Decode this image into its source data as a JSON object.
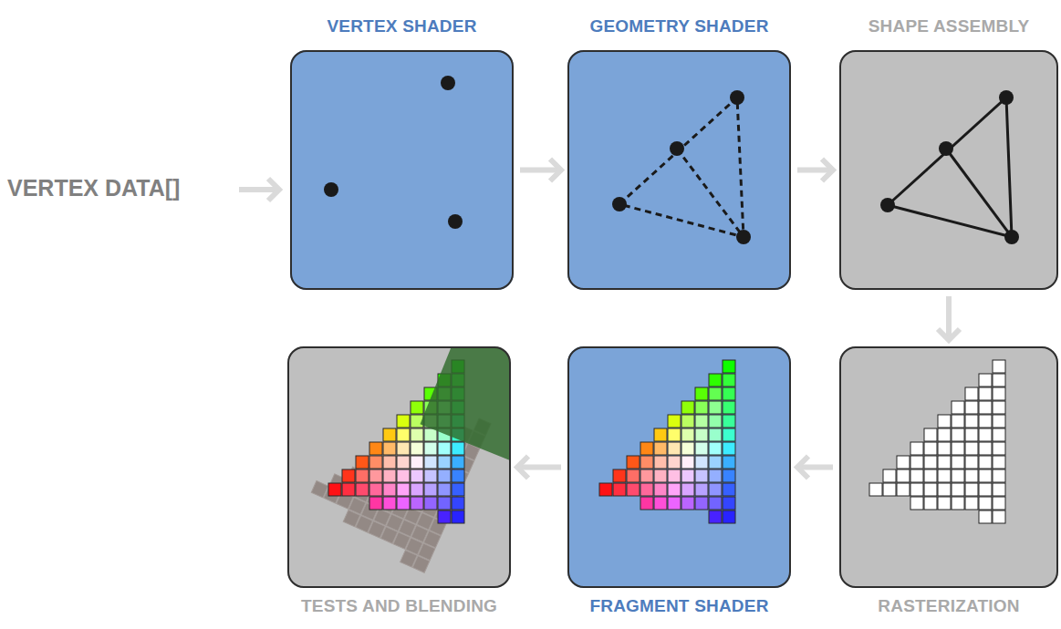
{
  "diagram": {
    "nodes": [
      {
        "text": [
          "VERTEX SHADER"
        ]
      },
      {
        "text": [
          "GEOMETRY SHADER"
        ]
      },
      {
        "text": [
          "SHAPE ASSEMBLY"
        ]
      },
      {
        "text": [
          "RASTERIZATION"
        ]
      },
      {
        "text": [
          "FRAGMENT SHADER"
        ]
      },
      {
        "text": [
          "TESTS AND BLENDING"
        ]
      }
    ],
    "edges": [
      {
        "from": 0,
        "to": 1,
        "arrow": "to"
      },
      {
        "from": 1,
        "to": 2,
        "arrow": "to"
      },
      {
        "from": 2,
        "to": 3,
        "arrow": "to"
      },
      {
        "from": 3,
        "to": 4,
        "arrow": "to"
      },
      {
        "from": 4,
        "to": 5,
        "arrow": "to"
      }
    ],
    "labels": [
      "VERTEX DATA[]"
    ]
  }
}
